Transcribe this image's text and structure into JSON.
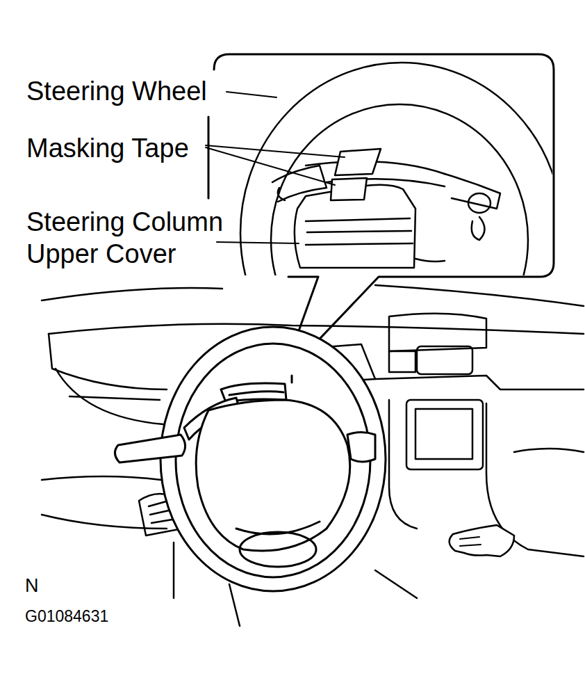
{
  "diagram": {
    "labels": [
      "Steering Wheel",
      "Masking Tape",
      "Steering Column Upper Cover",
      "N",
      "G01084631"
    ]
  }
}
